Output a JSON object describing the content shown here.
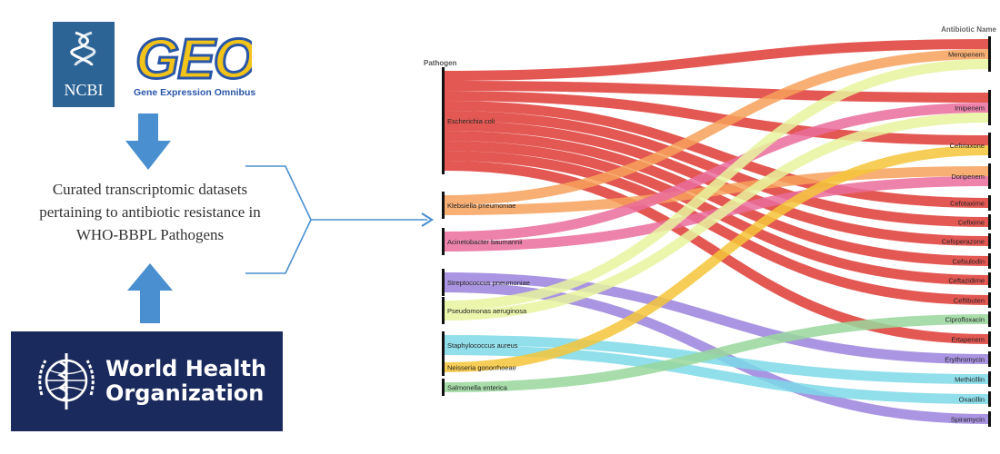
{
  "ncbi": {
    "label": "NCBI",
    "icon": "dna-helix-icon"
  },
  "geo": {
    "logo_text": "GEO",
    "subtitle": "Gene Expression Omnibus"
  },
  "curated": {
    "lines": [
      "Curated transcriptomic datasets",
      "pertaining to antibiotic resistance in",
      "WHO-BBPL Pathogens"
    ]
  },
  "who": {
    "line1": "World Health",
    "line2": "Organization",
    "icon": "who-emblem-icon"
  },
  "colors": {
    "arrow": "#4a8fcf",
    "ncbi_bg": "#2d6496",
    "who_bg": "#1a2a5c",
    "geo_fill": "#f2c318",
    "geo_stroke": "#2a56a8"
  },
  "chart_data": {
    "type": "sankey",
    "source_header": "Pathogen",
    "target_header": "Antibiotic Name",
    "sources": [
      {
        "name": "Escherichia coli",
        "color": "#de3b35"
      },
      {
        "name": "Klebsiella pneumoniae",
        "color": "#f7a15c"
      },
      {
        "name": "Acinetobacter baumannii",
        "color": "#ea6d9c"
      },
      {
        "name": "Streptococcus pneumoniae",
        "color": "#9a82dc"
      },
      {
        "name": "Pseudomonas aeruginosa",
        "color": "#e8f39e"
      },
      {
        "name": "Staphylococcus aureus",
        "color": "#7cd9e8"
      },
      {
        "name": "Neisseria gonorrhoeae",
        "color": "#f5c63a"
      },
      {
        "name": "Salmonella enterica",
        "color": "#99d79c"
      }
    ],
    "targets": [
      "Meropenem",
      "Imipenem",
      "Ceftriaxone",
      "Doripenem",
      "Cefotaxime",
      "Cefixime",
      "Cefoperazone",
      "Cefsulodin",
      "Ceftazidime",
      "Ceftibuten",
      "Ciprofloxacin",
      "Ertapenem",
      "Erythromycin",
      "Methicillin",
      "Oxacillin",
      "Spiramycin"
    ],
    "links": [
      {
        "source": "Escherichia coli",
        "target": "Meropenem",
        "value": 1
      },
      {
        "source": "Escherichia coli",
        "target": "Imipenem",
        "value": 1
      },
      {
        "source": "Escherichia coli",
        "target": "Ceftriaxone",
        "value": 1
      },
      {
        "source": "Escherichia coli",
        "target": "Cefotaxime",
        "value": 1
      },
      {
        "source": "Escherichia coli",
        "target": "Cefixime",
        "value": 1
      },
      {
        "source": "Escherichia coli",
        "target": "Cefoperazone",
        "value": 1
      },
      {
        "source": "Escherichia coli",
        "target": "Cefsulodin",
        "value": 1
      },
      {
        "source": "Escherichia coli",
        "target": "Ceftazidime",
        "value": 1
      },
      {
        "source": "Escherichia coli",
        "target": "Ceftibuten",
        "value": 1
      },
      {
        "source": "Escherichia coli",
        "target": "Ertapenem",
        "value": 1
      },
      {
        "source": "Klebsiella pneumoniae",
        "target": "Meropenem",
        "value": 1
      },
      {
        "source": "Klebsiella pneumoniae",
        "target": "Doripenem",
        "value": 1
      },
      {
        "source": "Acinetobacter baumannii",
        "target": "Imipenem",
        "value": 1
      },
      {
        "source": "Acinetobacter baumannii",
        "target": "Doripenem",
        "value": 1
      },
      {
        "source": "Streptococcus pneumoniae",
        "target": "Erythromycin",
        "value": 1
      },
      {
        "source": "Streptococcus pneumoniae",
        "target": "Spiramycin",
        "value": 1
      },
      {
        "source": "Pseudomonas aeruginosa",
        "target": "Meropenem",
        "value": 1
      },
      {
        "source": "Pseudomonas aeruginosa",
        "target": "Imipenem",
        "value": 1
      },
      {
        "source": "Staphylococcus aureus",
        "target": "Methicillin",
        "value": 1
      },
      {
        "source": "Staphylococcus aureus",
        "target": "Oxacillin",
        "value": 1
      },
      {
        "source": "Neisseria gonorrhoeae",
        "target": "Ceftriaxone",
        "value": 1
      },
      {
        "source": "Salmonella enterica",
        "target": "Ciprofloxacin",
        "value": 1
      }
    ]
  }
}
